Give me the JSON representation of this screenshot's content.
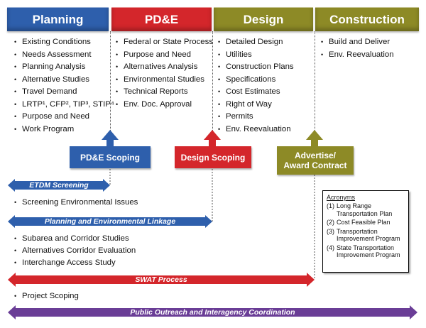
{
  "phases": [
    {
      "name": "Planning",
      "color": "#2e5fac",
      "items": [
        "Existing Conditions",
        "Needs Assessment",
        "Planning Analysis",
        "Alternative Studies",
        "Travel Demand",
        "LRTP¹, CFP², TIP³, STIP⁴",
        "Purpose and Need",
        "Work Program"
      ]
    },
    {
      "name": "PD&E",
      "color": "#d4262b",
      "items": [
        "Federal or State Process",
        "Purpose and Need",
        "Alternatives Analysis",
        "Environmental Studies",
        "Technical Reports",
        "Env. Doc. Approval"
      ]
    },
    {
      "name": "Design",
      "color": "#8d8a26",
      "items": [
        "Detailed Design",
        "Utilities",
        "Construction Plans",
        "Specifications",
        "Cost Estimates",
        "Right of Way",
        "Permits",
        "Env. Reevaluation"
      ]
    },
    {
      "name": "Construction",
      "color": "#8d8a26",
      "items": [
        "Build and Deliver",
        "Env. Reevaluation"
      ]
    }
  ],
  "transitions": {
    "pde_scoping": "PD&E Scoping",
    "design_scoping": "Design Scoping",
    "advertise_line1": "Advertise/",
    "advertise_line2": "Award Contract"
  },
  "bars": {
    "etdm": "ETDM Screening",
    "etdm_item": "Screening Environmental Issues",
    "pel": "Planning and Environmental Linkage",
    "pel_items": [
      "Subarea and Corridor Studies",
      "Alternatives Corridor Evaluation",
      "Interchange Access Study"
    ],
    "swat": "SWAT Process",
    "swat_item": "Project Scoping",
    "public": "Public Outreach and Interagency Coordination"
  },
  "acronyms": {
    "title": "Acronyms",
    "items": [
      {
        "num": "(1)",
        "text": "Long Range Transportation Plan"
      },
      {
        "num": "(2)",
        "text": "Cost Feasible Plan"
      },
      {
        "num": "(3)",
        "text": "Transportation Improvement Program"
      },
      {
        "num": "(4)",
        "text": "State Transportation Improvement Program"
      }
    ]
  },
  "colors": {
    "blue": "#2e5fac",
    "red": "#d4262b",
    "olive": "#8d8a26",
    "purple": "#6a3d96"
  }
}
